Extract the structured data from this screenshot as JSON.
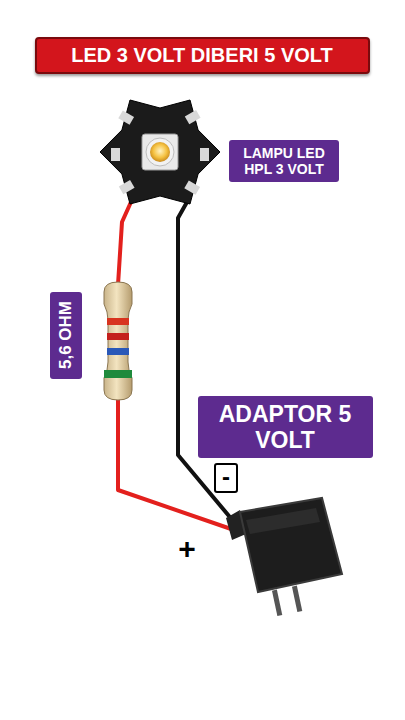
{
  "diagram": {
    "title": "LED 3 VOLT DIBERI 5 VOLT",
    "nodes": [
      {
        "text": [
          "LAMPU LED HPL 3 VOLT"
        ]
      },
      {
        "text": [
          "5,6 OHM"
        ]
      },
      {
        "text": [
          "ADAPTOR 5 VOLT"
        ]
      }
    ],
    "labels": [
      "-",
      "+"
    ]
  }
}
